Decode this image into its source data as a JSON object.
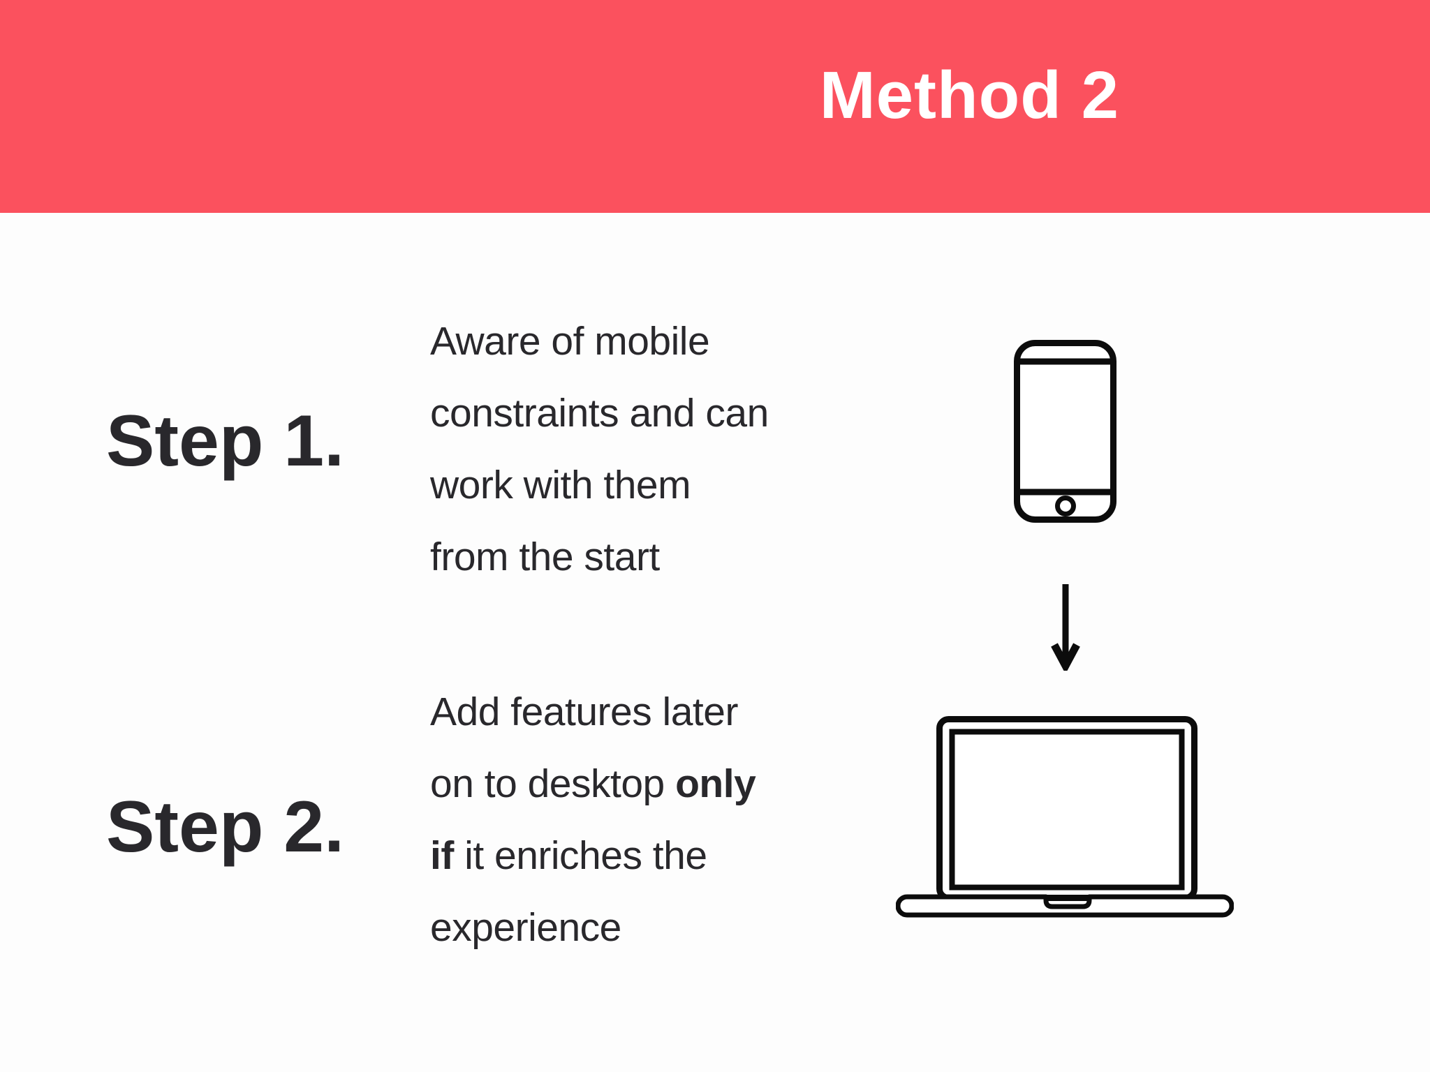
{
  "header": {
    "title": "Method 2"
  },
  "steps": [
    {
      "label": "Step 1.",
      "lines": [
        [
          {
            "text": "Aware of mobile",
            "bold": false
          }
        ],
        [
          {
            "text": "constraints and can",
            "bold": false
          }
        ],
        [
          {
            "text": "work with them",
            "bold": false
          }
        ],
        [
          {
            "text": "from the start",
            "bold": false
          }
        ]
      ],
      "icon": "smartphone-icon"
    },
    {
      "label": "Step 2.",
      "lines": [
        [
          {
            "text": "Add features later",
            "bold": false
          }
        ],
        [
          {
            "text": "on to desktop ",
            "bold": false
          },
          {
            "text": "only",
            "bold": true
          }
        ],
        [
          {
            "text": "if",
            "bold": true
          },
          {
            "text": " it enriches the",
            "bold": false
          }
        ],
        [
          {
            "text": "experience",
            "bold": false
          }
        ]
      ],
      "icon": "laptop-icon"
    }
  ],
  "icons": {
    "phone": "smartphone-icon",
    "flow_arrow": "down-arrow-icon",
    "laptop": "laptop-icon"
  },
  "colors": {
    "header_bg": "#fb515e",
    "header_text": "#ffffff",
    "body_bg": "#fdfdfd",
    "text": "#29282c",
    "icon_stroke": "#0c0c0c"
  }
}
